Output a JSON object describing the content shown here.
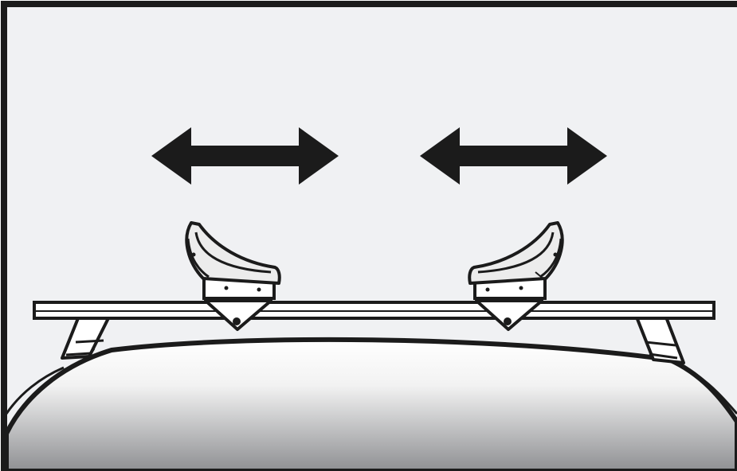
{
  "diagram": {
    "kind": "roof-rack-kayak-saddle-adjustment",
    "colors": {
      "background": "#f0f1f3",
      "frame": "#1b1b1b",
      "ink": "#1b1b1b",
      "bar_fill": "#ffffff",
      "car_top": "#ffffff",
      "car_bottom": "#8f9093",
      "saddle_fill": "#ececec"
    },
    "icons": [
      "double-arrow-left-saddle",
      "double-arrow-right-saddle",
      "kayak-saddle-left",
      "kayak-saddle-right",
      "crossbar",
      "roof-tower-left",
      "roof-tower-right",
      "car-roof"
    ]
  }
}
